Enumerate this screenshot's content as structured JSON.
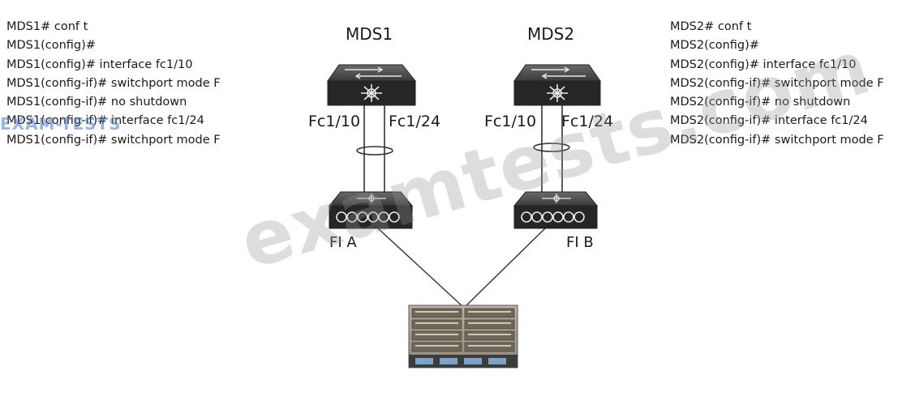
{
  "cli_left": [
    "MDS1# conf t",
    "MDS1(config)#",
    "MDS1(config)# interface fc1/10",
    "MDS1(config-if)# switchport mode F",
    "MDS1(config-if)# no shutdown",
    "MDS1(config-if)# interface fc1/24",
    "MDS1(config-if)# switchport mode F"
  ],
  "cli_right": [
    "MDS2# conf t",
    "MDS2(config)#",
    "MDS2(config)# interface fc1/10",
    "MDS2(config-if)# switchport mode F",
    "MDS2(config-if)# no shutdown",
    "MDS2(config-if)# interface fc1/24",
    "MDS2(config-if)# switchport mode F"
  ],
  "nodes": {
    "mds1": {
      "label": "MDS1",
      "port_a": "Fc1/10",
      "port_b": "Fc1/24"
    },
    "mds2": {
      "label": "MDS2",
      "port_a": "Fc1/10",
      "port_b": "Fc1/24"
    },
    "fi_a": {
      "label": "FI A"
    },
    "fi_b": {
      "label": "FI B"
    }
  },
  "watermarks": {
    "small": "EXAM-TESTS",
    "large": "examtests.com"
  },
  "colors": {
    "device_dark": "#2b2b2b",
    "device_top": "#4a4a4a",
    "line": "#333333",
    "watermark_blue": "#4678d2"
  }
}
